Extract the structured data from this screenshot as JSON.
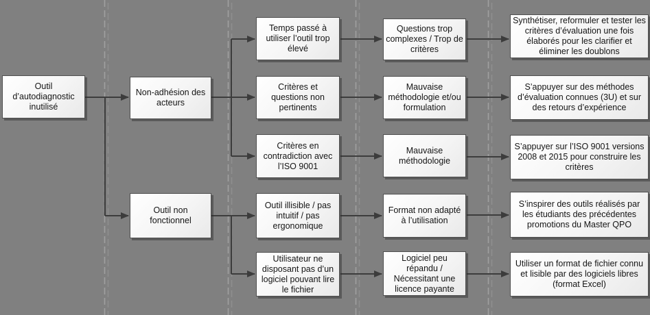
{
  "diagram": {
    "type": "cause-tree",
    "language": "fr",
    "background_color": "#808080",
    "box_fill_color": "#f7f7f7",
    "box_border_color": "#4f4f4f",
    "connector_color": "#3c3c3c",
    "separator_color": "#9e9e9e",
    "root": {
      "label": "Outil d’autodiagnostic inutilisé"
    },
    "level2": [
      {
        "label": "Non-adhésion des acteurs"
      },
      {
        "label": "Outil non fonctionnel"
      }
    ],
    "level3": [
      {
        "label": "Temps passé à utiliser l’outil trop élevé"
      },
      {
        "label": "Critères et questions non pertinents"
      },
      {
        "label": "Critères en contradiction avec l’ISO 9001"
      },
      {
        "label": "Outil illisible / pas intuitif / pas ergonomique"
      },
      {
        "label": "Utilisateur ne disposant pas d’un logiciel pouvant lire le fichier"
      }
    ],
    "level4": [
      {
        "label": "Questions trop complexes / Trop de critères"
      },
      {
        "label": "Mauvaise méthodologie et/ou formulation"
      },
      {
        "label": "Mauvaise méthodologie"
      },
      {
        "label": "Format non adapté à l’utilisation"
      },
      {
        "label": "Logiciel peu répandu / Nécessitant une licence payante"
      }
    ],
    "level5": [
      {
        "label": "Synthétiser, reformuler et tester les critères d’évaluation une fois élaborés pour les clarifier et éliminer les doublons"
      },
      {
        "label": "S’appuyer sur des méthodes d’évaluation connues (3U) et sur des retours d’expérience"
      },
      {
        "label": "S’appuyer sur l’ISO 9001 versions 2008 et 2015 pour construire les critères"
      },
      {
        "label": "S’inspirer des outils réalisés par les étudiants des précédentes promotions du Master QPO"
      },
      {
        "label": "Utiliser un format de fichier connu et lisible par des logiciels libres (format Excel)"
      }
    ]
  }
}
